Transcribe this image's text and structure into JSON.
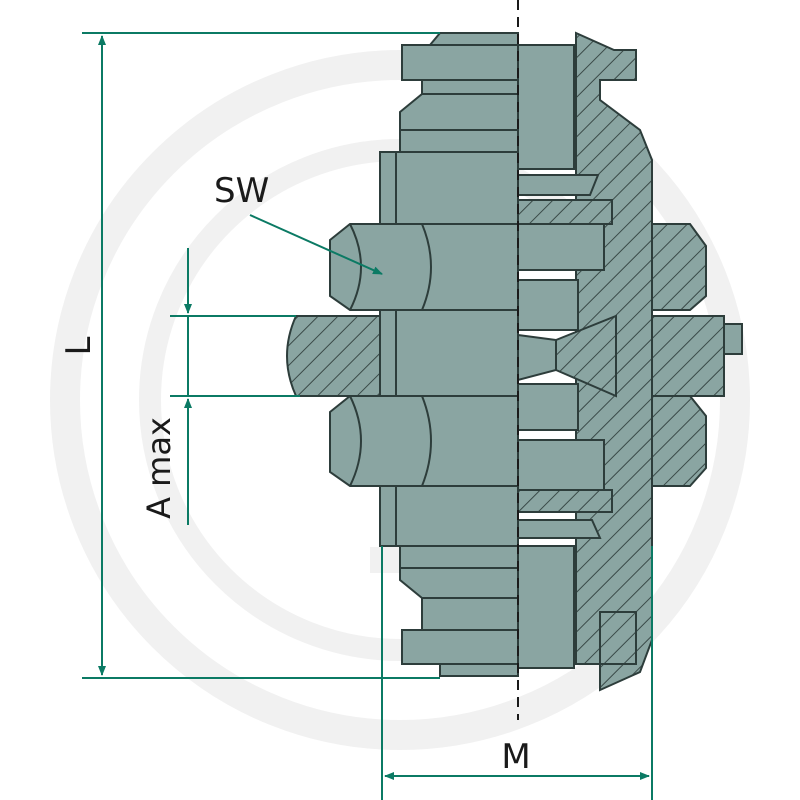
{
  "labels": {
    "wrench_size": "SW",
    "length": "L",
    "panel_thickness": "A max",
    "thread": "M"
  },
  "colors": {
    "body_fill": "#8aa5a2",
    "outline": "#2d3d3b",
    "dimension_line": "#0b7a64",
    "hatch": "#3a4a48",
    "watermark": "#f2f2f2"
  },
  "icons": {
    "watermark": "brand-logo-watermark"
  }
}
